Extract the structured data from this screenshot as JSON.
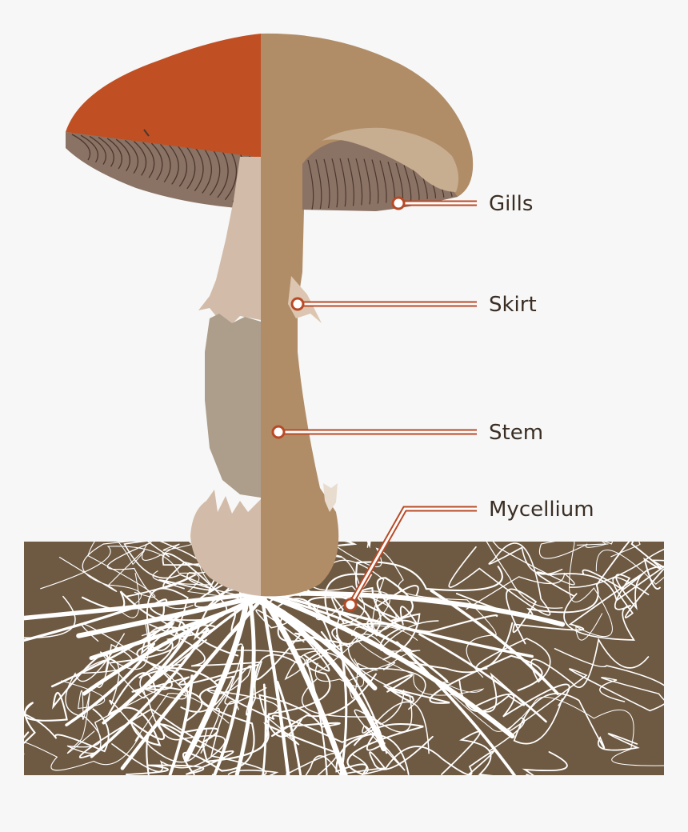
{
  "labels": {
    "gills": "Gills",
    "skirt": "Skirt",
    "stem": "Stem",
    "mycelium": "Mycellium"
  },
  "colors": {
    "background": "#f7f7f7",
    "soil": "#6e5a43",
    "cap_outer": "#c04f23",
    "cap_section": "#b08d67",
    "gills": "#8a7265",
    "gill_lines": "#4b372d",
    "stem_outer_light": "#d2bca9",
    "stem_outer_dark": "#ad9d8b",
    "stem_section": "#b08d67",
    "cap_cavity": "#c7ae91",
    "leader": "#b84a26",
    "mycelium": "#ffffff",
    "label_text": "#3a2e24"
  }
}
